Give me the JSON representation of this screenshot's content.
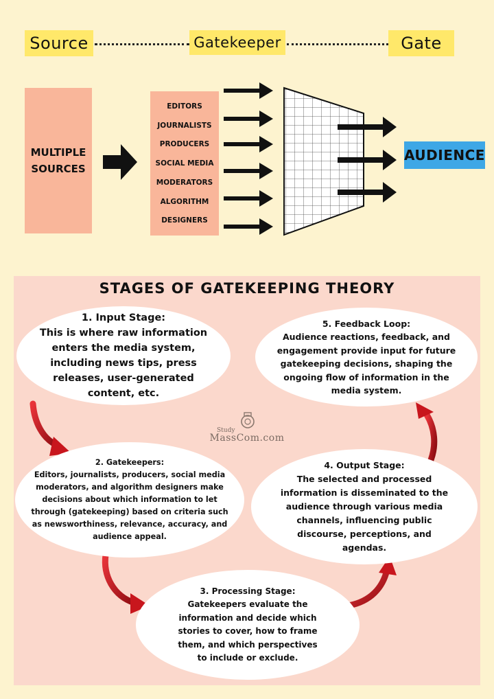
{
  "header": {
    "source_label": "Source",
    "gatekeeper_label": "Gatekeeper",
    "gate_label": "Gate"
  },
  "flow": {
    "sources_label": [
      "MULTIPLE",
      "SOURCES"
    ],
    "roles": [
      "EDITORS",
      "JOURNALISTS",
      "PRODUCERS",
      "SOCIAL MEDIA",
      "MODERATORS",
      "ALGORITHM",
      "DESIGNERS"
    ],
    "audience_label": "AUDIENCE"
  },
  "stages": {
    "title": "STAGES OF GATEKEEPING THEORY",
    "items": [
      {
        "heading": "1. Input Stage:",
        "body": "This is where raw information enters the media system, including news tips, press releases, user-generated content, etc."
      },
      {
        "heading": "2. Gatekeepers:",
        "body": "Editors, journalists, producers, social media moderators, and algorithm designers make decisions about which information to let through (gatekeeping) based on criteria such as newsworthiness, relevance, accuracy, and audience appeal."
      },
      {
        "heading": "3. Processing Stage:",
        "body": "Gatekeepers evaluate the information and decide which stories to cover, how to frame them, and which perspectives to include or exclude."
      },
      {
        "heading": "4. Output Stage:",
        "body": "The selected and processed information is disseminated to the audience through various media channels, influencing public discourse, perceptions, and agendas."
      },
      {
        "heading": "5. Feedback Loop:",
        "body": "Audience reactions, feedback, and engagement provide input for future gatekeeping decisions, shaping the ongoing flow of information in the media system."
      }
    ]
  },
  "watermark": {
    "line1": "Study",
    "line2": "MassCom.com"
  },
  "colors": {
    "background": "#fdf3cf",
    "label_yellow": "#ffe86a",
    "salmon": "#f9b69a",
    "audience_blue": "#3ea7e6",
    "panel_pink": "#fbd8cc",
    "arrow_red": "#c8161d"
  }
}
